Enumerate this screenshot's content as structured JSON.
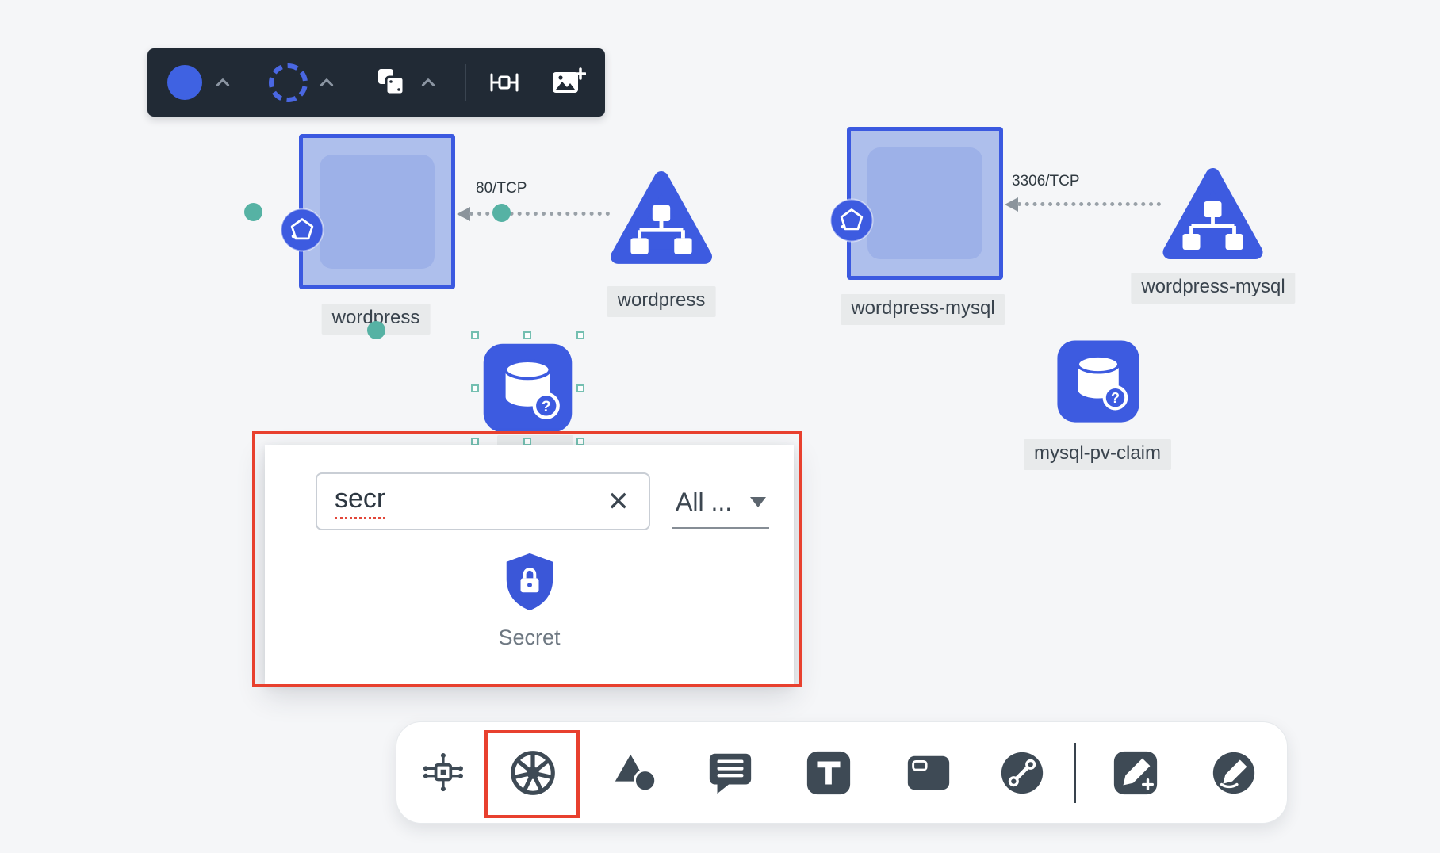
{
  "app": {
    "background": "#f5f6f8"
  },
  "top_toolbar": {
    "tools": [
      {
        "name": "fill-color"
      },
      {
        "name": "stroke-style"
      },
      {
        "name": "copy-style"
      },
      {
        "name": "text-field"
      },
      {
        "name": "add-image"
      }
    ]
  },
  "diagram": {
    "nodes": [
      {
        "id": "wordpress-deployment",
        "kind": "deployment-pod",
        "label": "wordpress"
      },
      {
        "id": "wordpress-service",
        "kind": "service",
        "label": "wordpress"
      },
      {
        "id": "wordpress-mysql-deployment",
        "kind": "deployment-pod",
        "label": "wordpress-mysql"
      },
      {
        "id": "wordpress-mysql-service",
        "kind": "service",
        "label": "wordpress-mysql"
      },
      {
        "id": "mysql-pv-claim",
        "kind": "persistent-volume-claim",
        "label": "mysql-pv-claim"
      },
      {
        "id": "new-pvc",
        "kind": "persistent-volume-claim",
        "label": "",
        "selected": true
      }
    ],
    "edges": [
      {
        "from": "wordpress-service",
        "to": "wordpress-deployment",
        "label": "80/TCP"
      },
      {
        "from": "wordpress-mysql-service",
        "to": "wordpress-mysql-deployment",
        "label": "3306/TCP"
      }
    ]
  },
  "resource_picker": {
    "search": {
      "value": "secr",
      "clear_glyph": "✕"
    },
    "filter": {
      "value": "All ..."
    },
    "results": [
      {
        "label": "Secret",
        "icon": "secret-shield-icon"
      }
    ]
  },
  "dock": {
    "tools": [
      "circuit-board",
      "kubernetes",
      "shapes",
      "comment",
      "text",
      "frame",
      "connector",
      "pen-add",
      "signature-pen"
    ],
    "selected": "kubernetes"
  },
  "icons": {
    "pvc_badge_glyph": "?"
  },
  "colors": {
    "accent_blue": "#3d5be0",
    "annotation_red": "#e8402e",
    "handle_teal": "#56b2a4",
    "toolbar_bg": "#212a35",
    "icon_dark": "#3e4a55",
    "node_fill": "#aebfec",
    "edge_gray": "#99a1a8"
  }
}
